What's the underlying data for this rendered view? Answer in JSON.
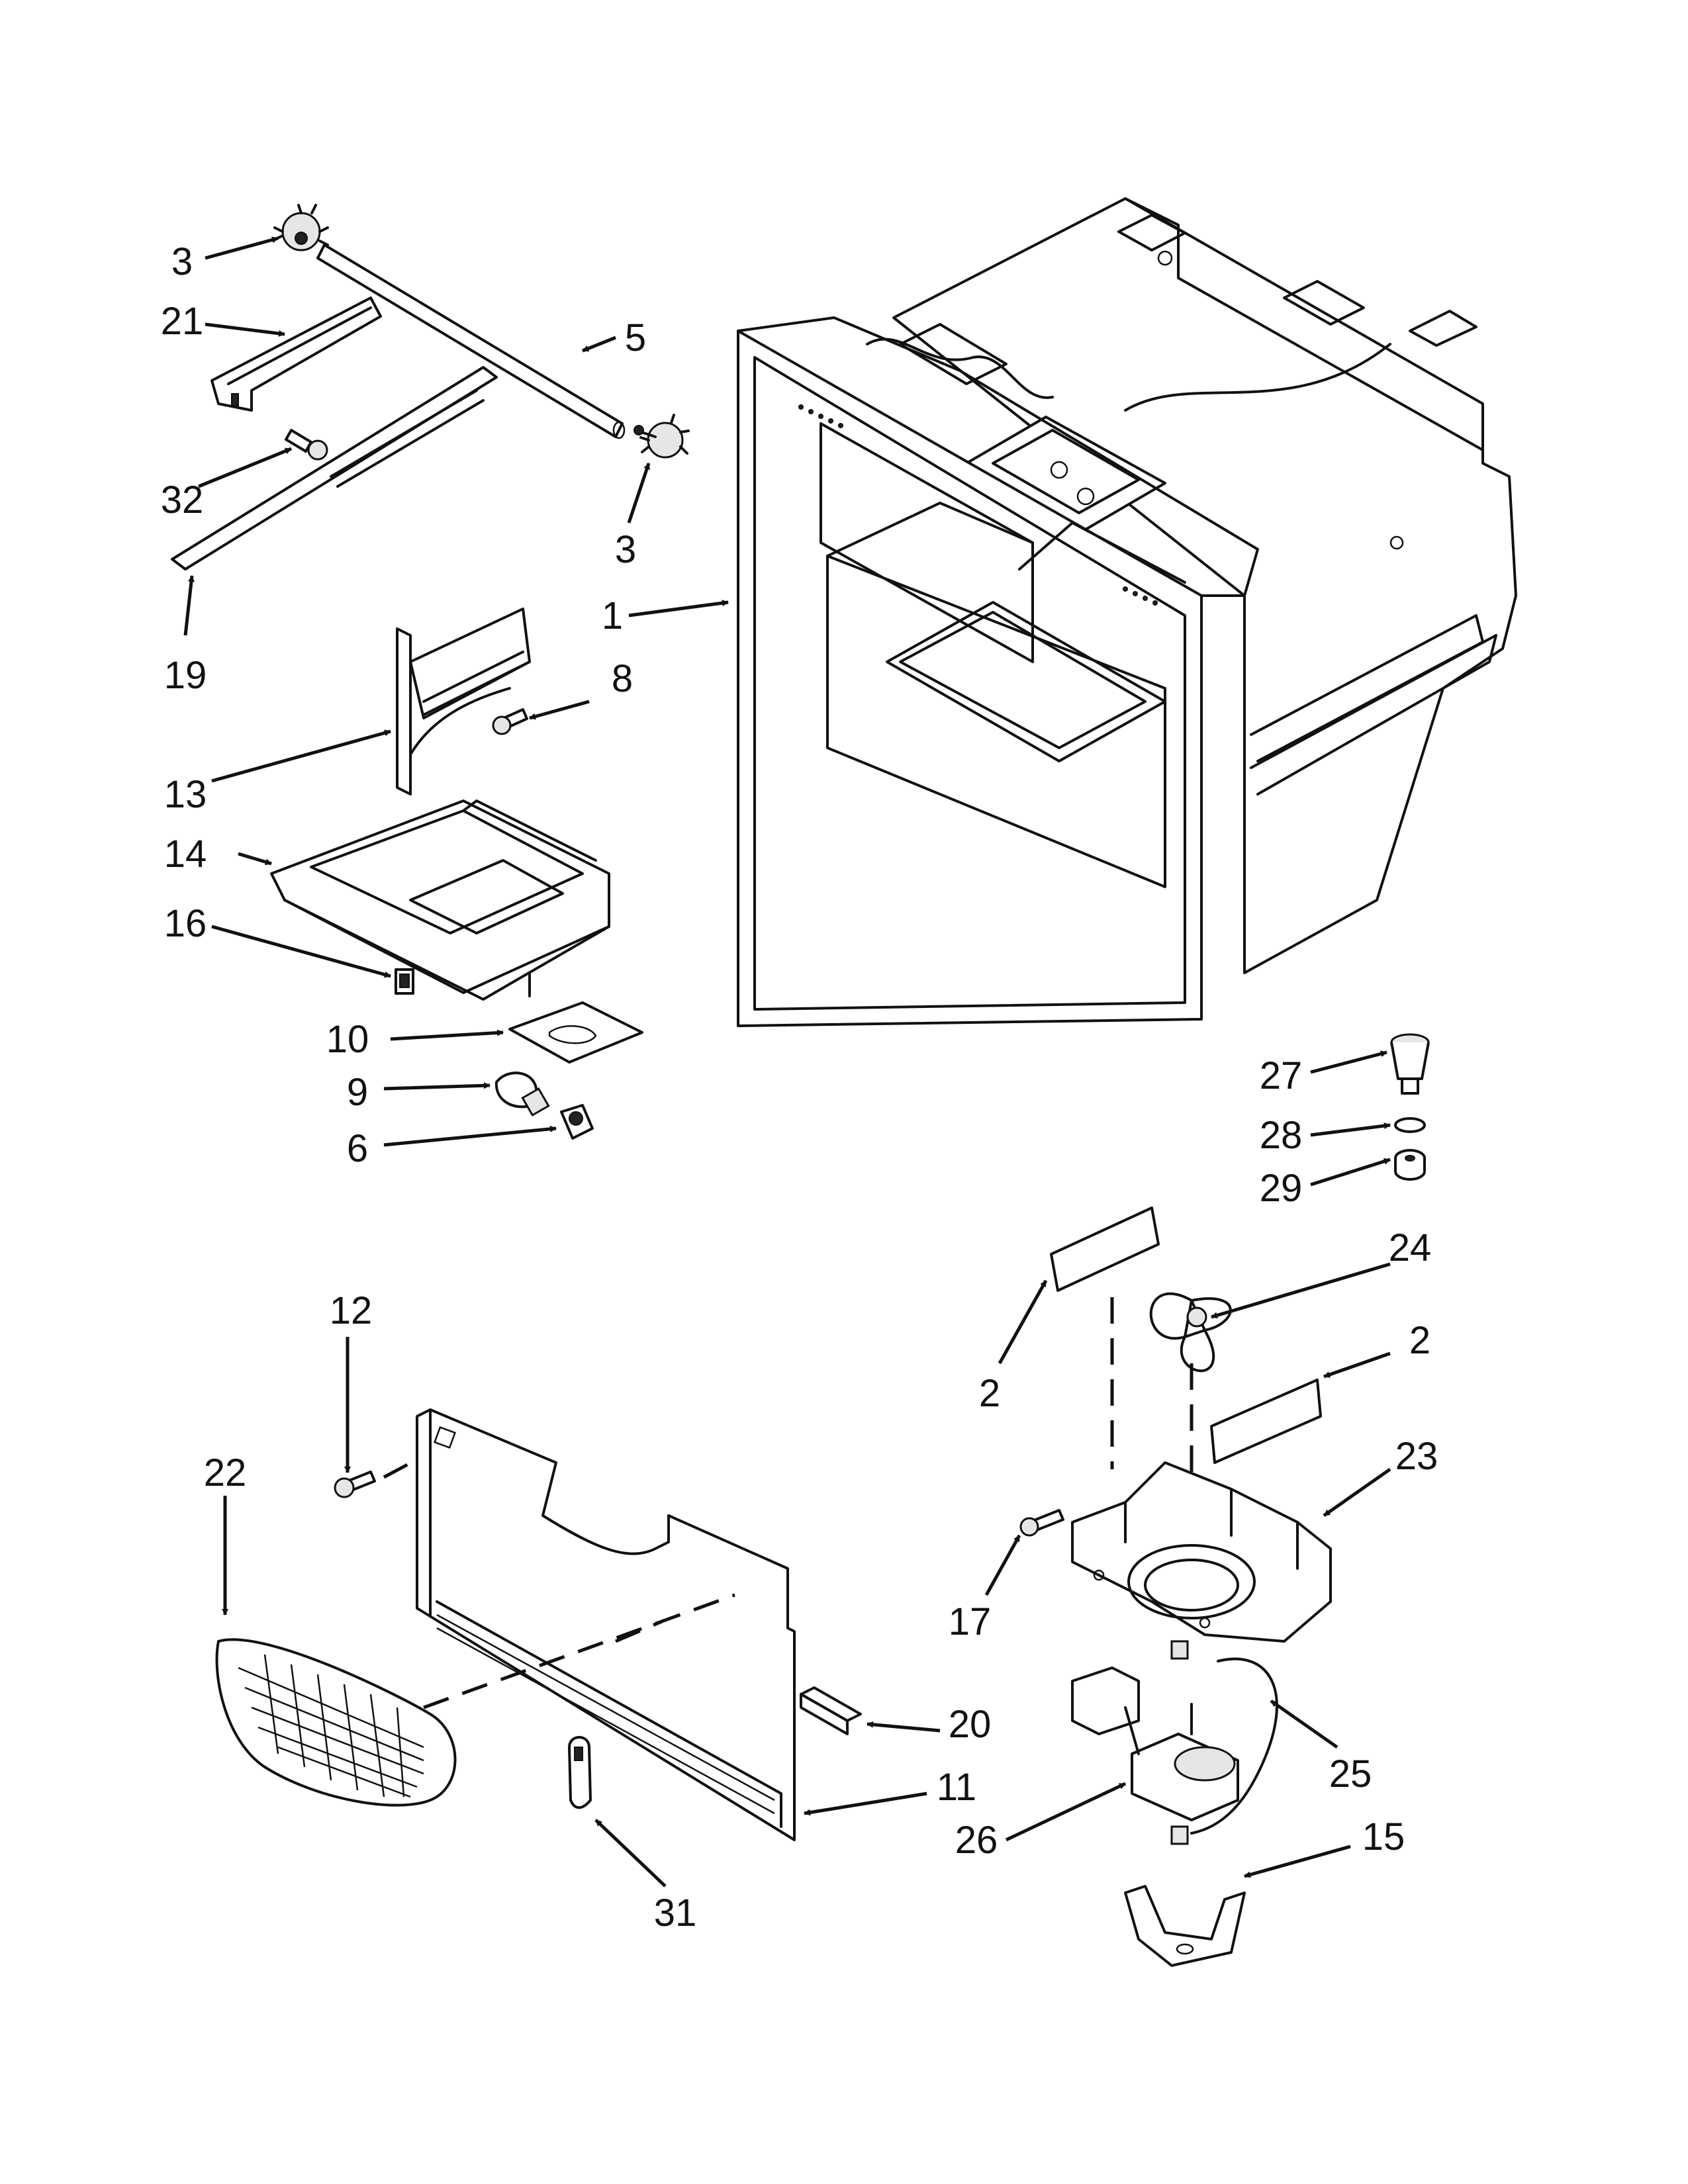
{
  "callouts": [
    {
      "id": "c-3a",
      "label": "3"
    },
    {
      "id": "c-21",
      "label": "21"
    },
    {
      "id": "c-5",
      "label": "5"
    },
    {
      "id": "c-32",
      "label": "32"
    },
    {
      "id": "c-3b",
      "label": "3"
    },
    {
      "id": "c-1",
      "label": "1"
    },
    {
      "id": "c-19",
      "label": "19"
    },
    {
      "id": "c-8",
      "label": "8"
    },
    {
      "id": "c-13",
      "label": "13"
    },
    {
      "id": "c-14",
      "label": "14"
    },
    {
      "id": "c-16",
      "label": "16"
    },
    {
      "id": "c-10",
      "label": "10"
    },
    {
      "id": "c-9",
      "label": "9"
    },
    {
      "id": "c-6",
      "label": "6"
    },
    {
      "id": "c-27",
      "label": "27"
    },
    {
      "id": "c-28",
      "label": "28"
    },
    {
      "id": "c-29",
      "label": "29"
    },
    {
      "id": "c-24",
      "label": "24"
    },
    {
      "id": "c-12",
      "label": "12"
    },
    {
      "id": "c-2a",
      "label": "2"
    },
    {
      "id": "c-2b",
      "label": "2"
    },
    {
      "id": "c-22",
      "label": "22"
    },
    {
      "id": "c-23",
      "label": "23"
    },
    {
      "id": "c-17",
      "label": "17"
    },
    {
      "id": "c-20",
      "label": "20"
    },
    {
      "id": "c-25",
      "label": "25"
    },
    {
      "id": "c-11",
      "label": "11"
    },
    {
      "id": "c-26",
      "label": "26"
    },
    {
      "id": "c-15",
      "label": "15"
    },
    {
      "id": "c-31",
      "label": "31"
    }
  ]
}
